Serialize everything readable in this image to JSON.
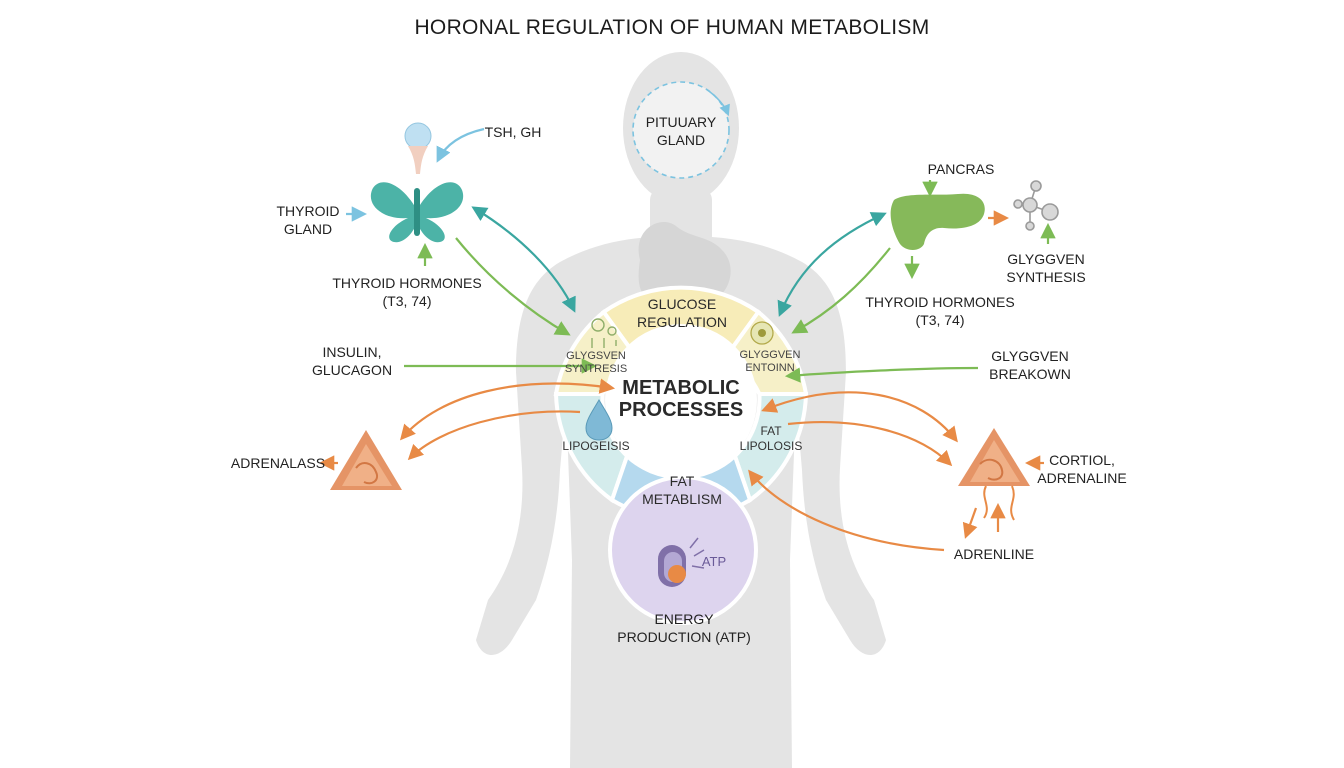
{
  "title": "HORONAL REGULATION OF HUMAN METABOLISM",
  "center": {
    "line1": "METABOLIC",
    "line2": "PROCESSES"
  },
  "segments": {
    "glucose_line1": "GLUCOSE",
    "glucose_line2": "REGULATION",
    "glycogen_synth_line1": "GLYGSVEN",
    "glycogen_synth_line2": "SYNTRESIS",
    "glycogen_ent_line1": "GLYGGVEN",
    "glycogen_ent_line2": "ENTOINN",
    "lipogenesis": "LIPOGEISIS",
    "lipolysis_line1": "FAT",
    "lipolysis_line2": "LIPOLOSIS",
    "fat_met_line1": "FAT",
    "fat_met_line2": "METABLISM",
    "atp": "ATP"
  },
  "labels": {
    "pituitary_line1": "PITUUARY",
    "pituitary_line2": "GLAND",
    "tsh_gh": "TSH, GH",
    "thyroid_line1": "THYROID",
    "thyroid_line2": "GLAND",
    "thyroid_hormones_left_line1": "THYROID HORMONES",
    "thyroid_hormones_left_line2": "(T3, 74)",
    "insulin_line1": "INSULIN,",
    "insulin_line2": "GLUCAGON",
    "adrenalass": "ADRENALASS",
    "energy_line1": "ENERGY",
    "energy_line2": "PRODUCTION (ATP)",
    "pancreas": "PANCRAS",
    "glycogen_synthesis_line1": "GLYGGVEN",
    "glycogen_synthesis_line2": "SYNTHESIS",
    "thyroid_hormones_right_line1": "THYROID HORMONES",
    "thyroid_hormones_right_line2": "(T3, 74)",
    "glycogen_breakdown_line1": "GLYGGVEN",
    "glycogen_breakdown_line2": "BREAKOWN",
    "cortisol_line1": "CORTIOL,",
    "cortisol_line2": "ADRENALINE",
    "adrenline": "ADRENLINE"
  },
  "colors": {
    "body": "#e2e2e2",
    "teal": "#3aa6a0",
    "green": "#7dbb55",
    "orange": "#e88a45",
    "light_blue": "#7cc3e0",
    "glucose_fill": "#f7ecb8",
    "glycogen_fill": "#f6f0c8",
    "lipo_fill": "#d4ecec",
    "fat_fill": "#b5d9ee",
    "energy_fill": "#ddd4ee"
  }
}
